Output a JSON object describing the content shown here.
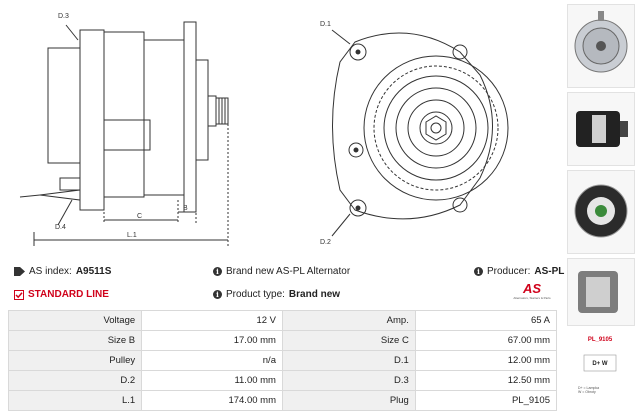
{
  "drawing": {
    "labels": {
      "d3": "D.3",
      "d4": "D.4",
      "d1": "D.1",
      "d2": "D.2",
      "c": "C",
      "b": "B",
      "l1": "L.1"
    }
  },
  "info": {
    "as_index_label": "AS index:",
    "as_index_value": "A9511S",
    "line_label": "STANDARD LINE",
    "alternator_text": "Brand new AS-PL Alternator",
    "product_type_label": "Product type:",
    "product_type_value": "Brand new",
    "producer_label": "Producer:",
    "producer_value": "AS-PL",
    "logo_text": "AS",
    "logo_tagline": "Alternators, Starters & Parts"
  },
  "spec_rows": [
    {
      "l1": "Voltage",
      "v1": "12 V",
      "l2": "Amp.",
      "v2": "65 A"
    },
    {
      "l1": "Size B",
      "v1": "17.00 mm",
      "l2": "Size C",
      "v2": "67.00 mm"
    },
    {
      "l1": "Pulley",
      "v1": "n/a",
      "l2": "D.1",
      "v2": "12.00 mm"
    },
    {
      "l1": "D.2",
      "v1": "11.00 mm",
      "l2": "D.3",
      "v2": "12.50 mm"
    },
    {
      "l1": "L.1",
      "v1": "174.00 mm",
      "l2": "Plug",
      "v2": "PL_9105"
    }
  ],
  "side": {
    "plug_code": "PL_9105",
    "connections": "D+   W",
    "legend_lines": [
      "D+ = Lampka",
      "W = Obroty"
    ]
  },
  "colors": {
    "accent": "#d0021b",
    "line": "#333333",
    "header_cell": "#f0f0f0"
  }
}
